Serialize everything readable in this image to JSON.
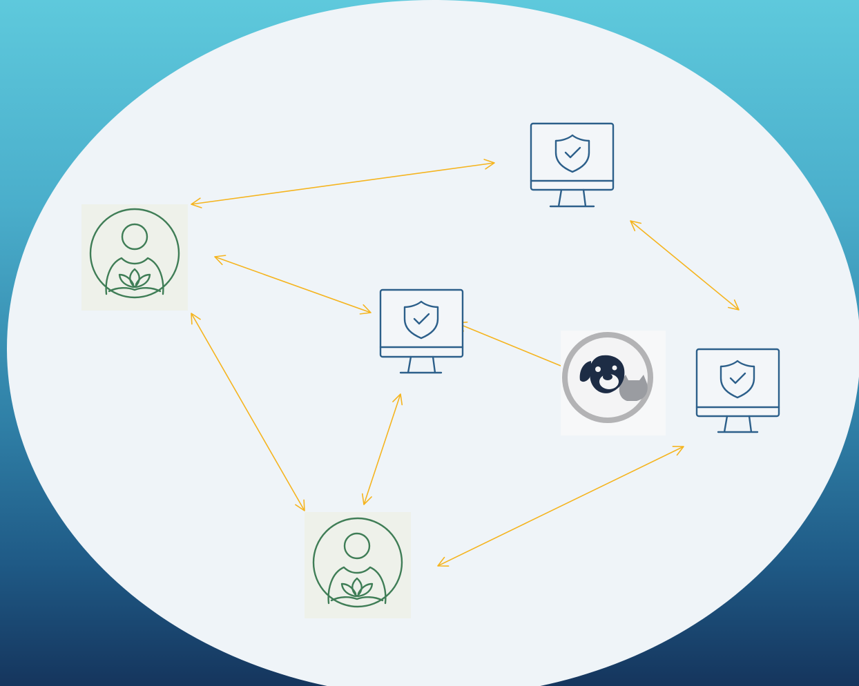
{
  "colors": {
    "background_top": "#5ec9dc",
    "background_bottom": "#15355d",
    "ellipse_fill": "#eff4f8",
    "connector": "#f5b41e",
    "monitor_stroke": "#2c5f8a",
    "person_stroke": "#3f7d56",
    "person_tile": "#eef1ea",
    "pet_ring": "#b3b3b5",
    "dog_face": "#1d2c45",
    "cat_face": "#9a9ca1"
  },
  "nodes": {
    "monitors": [
      {
        "id": "monitor-top",
        "icon": "shield-check-monitor-icon"
      },
      {
        "id": "monitor-center",
        "icon": "shield-check-monitor-icon"
      },
      {
        "id": "monitor-right",
        "icon": "shield-check-monitor-icon"
      }
    ],
    "persons": [
      {
        "id": "person-left",
        "icon": "lotus-person-icon"
      },
      {
        "id": "person-bottom",
        "icon": "lotus-person-icon"
      }
    ],
    "pets": [
      {
        "id": "pet-center",
        "icon": "dog-cat-icon"
      }
    ]
  },
  "connections": [
    {
      "from": "person-left",
      "to": "monitor-top",
      "style": "bidirectional-arrow"
    },
    {
      "from": "person-left",
      "to": "monitor-center",
      "style": "bidirectional-arrow"
    },
    {
      "from": "person-left",
      "to": "person-bottom",
      "style": "bidirectional-arrow"
    },
    {
      "from": "monitor-center",
      "to": "pet-center",
      "style": "bidirectional-arrow"
    },
    {
      "from": "monitor-center",
      "to": "person-bottom",
      "style": "bidirectional-arrow"
    },
    {
      "from": "monitor-top",
      "to": "monitor-right",
      "style": "bidirectional-arrow"
    },
    {
      "from": "person-bottom",
      "to": "monitor-right",
      "style": "bidirectional-arrow"
    }
  ]
}
